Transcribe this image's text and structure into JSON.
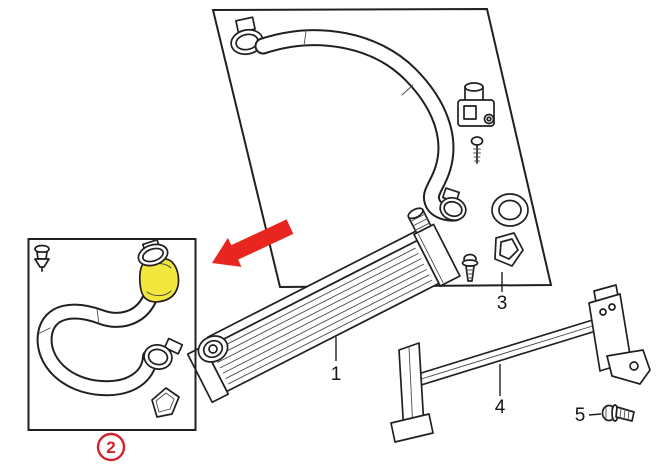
{
  "figure": {
    "background": "#ffffff",
    "callouts": {
      "label_1": "1",
      "label_2": "2",
      "label_3": "3",
      "label_4": "4",
      "label_5": "5"
    },
    "colors": {
      "line": "#231f20",
      "arrow_red": "#e8251e",
      "callout_red": "#d2232a",
      "highlight_yellow": "#f2e73d"
    }
  }
}
